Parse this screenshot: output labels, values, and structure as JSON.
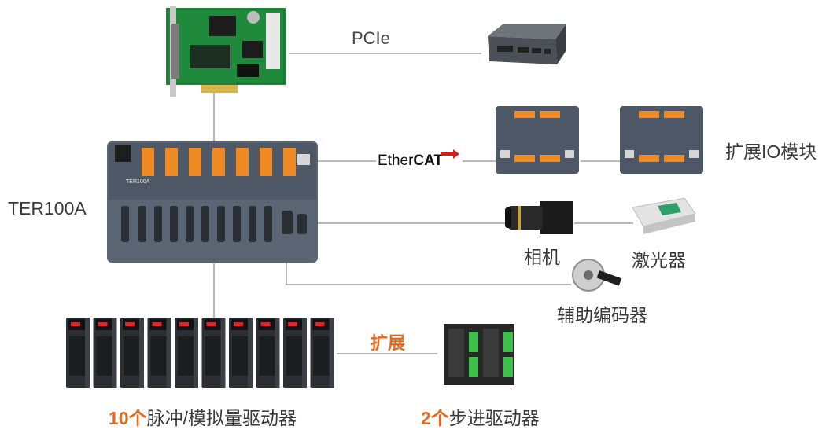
{
  "labels": {
    "pcie": "PCIe",
    "ethercat_ether": "Ether",
    "ethercat_cat": "CAT",
    "io_module": "扩展IO模块",
    "controller": "TER100A",
    "controller_badge": "TER100A",
    "camera": "相机",
    "laser": "激光器",
    "encoder": "辅助编码器",
    "expand": "扩展",
    "servo_count": "10个",
    "servo_desc": "脉冲/模拟量驱动器",
    "stepper_count": "2个",
    "stepper_desc": "步进驱动器"
  },
  "colors": {
    "line": "#b8b8b8",
    "accent": "#e26a1f",
    "pcb": "#1f8a3c",
    "housing": "#5b6472",
    "terminal": "#f08a24",
    "green_terminal": "#3cc04a"
  },
  "servo_drives": 10,
  "stepper_drives": 2
}
